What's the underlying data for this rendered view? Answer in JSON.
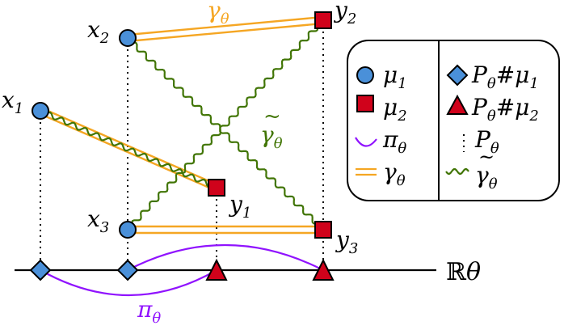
{
  "colors": {
    "blue": "#4a90d9",
    "red": "#d0021b",
    "orange": "#f5a623",
    "green": "#417505",
    "purple": "#9013fe",
    "black": "#000000"
  },
  "points": {
    "x1": {
      "base": "x",
      "sub": "1"
    },
    "x2": {
      "base": "x",
      "sub": "2"
    },
    "x3": {
      "base": "x",
      "sub": "3"
    },
    "y1": {
      "base": "y",
      "sub": "1"
    },
    "y2": {
      "base": "y",
      "sub": "2"
    },
    "y3": {
      "base": "y",
      "sub": "3"
    }
  },
  "labels": {
    "gamma": {
      "base": "γ",
      "sub": "θ"
    },
    "gamma_tilde": {
      "base": "γ",
      "sub": "θ",
      "accent": "~"
    },
    "pi": {
      "base": "π",
      "sub": "θ"
    },
    "axis": {
      "bb": "ℝ",
      "var": "θ"
    }
  },
  "legend": {
    "left": [
      {
        "symbol": "circle-icon",
        "base": "μ",
        "sub": "1"
      },
      {
        "symbol": "square-icon",
        "base": "μ",
        "sub": "2"
      },
      {
        "symbol": "arc-icon",
        "base": "π",
        "sub": "θ"
      },
      {
        "symbol": "double-line-icon",
        "base": "γ",
        "sub": "θ"
      }
    ],
    "right": [
      {
        "symbol": "diamond-icon",
        "base": "P",
        "sub": "θ",
        "mid": "#",
        "base2": "μ",
        "sub2": "1"
      },
      {
        "symbol": "triangle-icon",
        "base": "P",
        "sub": "θ",
        "mid": "#",
        "base2": "μ",
        "sub2": "2"
      },
      {
        "symbol": "dotted-icon",
        "base": "P",
        "sub": "θ"
      },
      {
        "symbol": "wavy-icon",
        "base": "γ",
        "sub": "θ",
        "accent": "~"
      }
    ]
  }
}
